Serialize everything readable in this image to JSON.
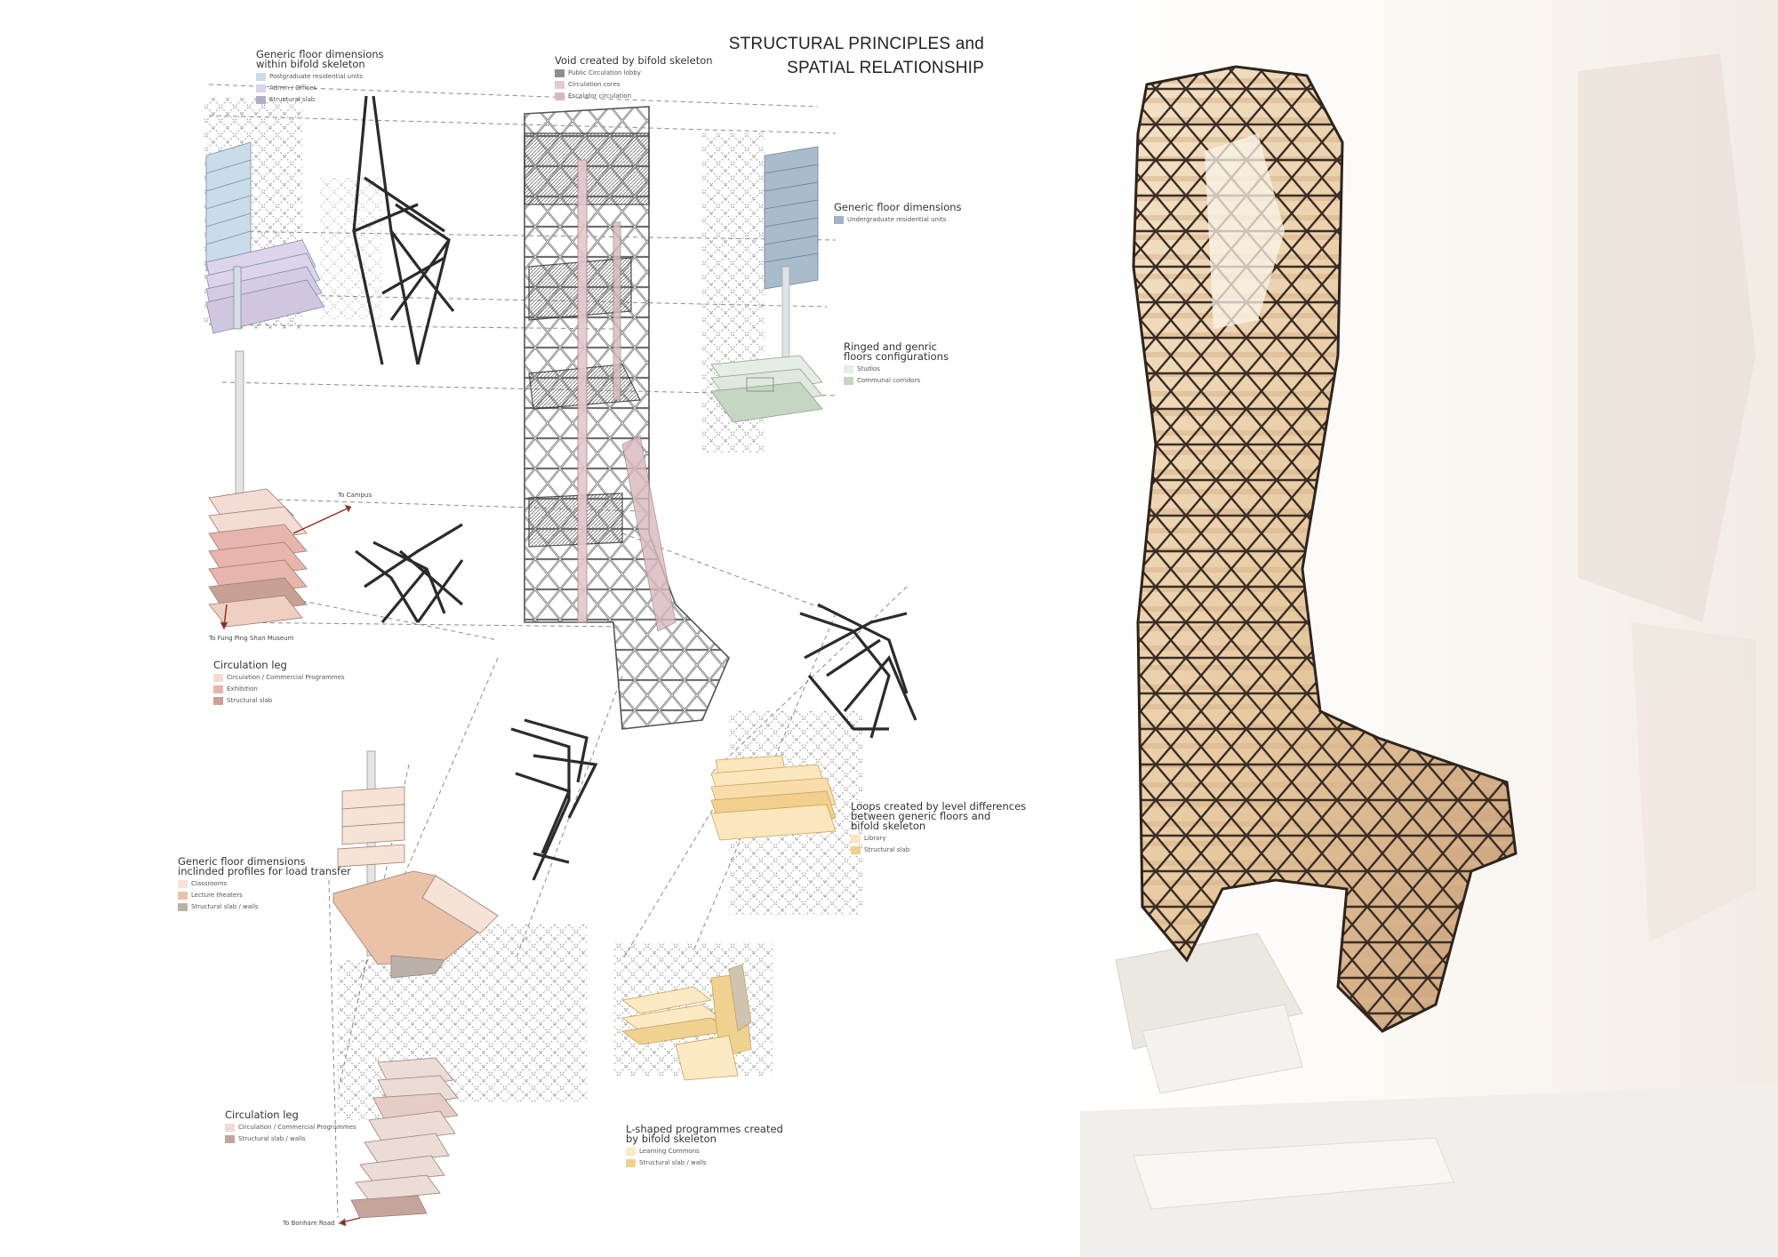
{
  "title": {
    "line1": "STRUCTURAL PRINCIPLES and",
    "line2": "SPATIAL RELATIONSHIP"
  },
  "legends": {
    "postgrad": {
      "title1": "Generic floor dimensions",
      "title2": "within bifold skeleton",
      "items": [
        {
          "label": "Postgraduate residential units",
          "color": "#c9dcea"
        },
        {
          "label": "Admin / Offices",
          "color": "#ddd3ea"
        },
        {
          "label": "Structural slab",
          "color": "#b7aec4"
        }
      ]
    },
    "void": {
      "title1": "Void created by bifold skeleton",
      "title2": "",
      "items": [
        {
          "label": "Public Circulation lobby",
          "color": "#8d8d8d"
        },
        {
          "label": "Circulation cores",
          "color": "#e5c8cc"
        },
        {
          "label": "Escalator circulation",
          "color": "#d9b9bf"
        }
      ]
    },
    "undergrad": {
      "title1": "Generic floor dimensions",
      "title2": "",
      "items": [
        {
          "label": "Undergraduate residential units",
          "color": "#9fb3c4"
        }
      ]
    },
    "ringed": {
      "title1": "Ringed and genric",
      "title2": "floors configurations",
      "items": [
        {
          "label": "Studios",
          "color": "#e6ece6"
        },
        {
          "label": "Communal corridors",
          "color": "#c5d6c3"
        }
      ]
    },
    "circ1": {
      "title1": "Circulation leg",
      "title2": "",
      "items": [
        {
          "label": "Circulation / Commercial Programmes",
          "color": "#f3dcd3"
        },
        {
          "label": "Exhibition",
          "color": "#e7b5ac"
        },
        {
          "label": "Structural slab",
          "color": "#c9a095"
        }
      ]
    },
    "library": {
      "title1": "Loops created by level differences",
      "title2": "between generic floors and",
      "title3": "bifold skeleton",
      "items": [
        {
          "label": "Library",
          "color": "#fbe6bd"
        },
        {
          "label": "Structural slab",
          "color": "#f1cf8c"
        }
      ]
    },
    "classroom": {
      "title1": "Generic floor dimensions",
      "title2": "inclinded profiles for load transfer",
      "items": [
        {
          "label": "Classrooms",
          "color": "#f6e2d6"
        },
        {
          "label": "Lecture theaters",
          "color": "#e9c2a8"
        },
        {
          "label": "Structural slab / walls",
          "color": "#bab2aa"
        }
      ]
    },
    "circ2": {
      "title1": "Circulation leg",
      "title2": "",
      "items": [
        {
          "label": "Circulation / Commercial Programmes",
          "color": "#ecdcd6"
        },
        {
          "label": "Structural slab / walls",
          "color": "#c4a49b"
        }
      ]
    },
    "lshaped": {
      "title1": "L-shaped programmes created",
      "title2": "by bifold skeleton",
      "items": [
        {
          "label": "Learning Commons",
          "color": "#fbe9c4"
        },
        {
          "label": "Structural slab / walls",
          "color": "#f0d290"
        }
      ]
    }
  },
  "annotations": {
    "campus": "To Campus",
    "museum": "To Fung Ping Shan Museum",
    "bonham": "To Bonham Road"
  },
  "colors": {
    "skeleton": "#2b2b2b",
    "ghost": "#9a9a9a",
    "wood": "#caa27a",
    "shadow": "#e8e2da"
  }
}
